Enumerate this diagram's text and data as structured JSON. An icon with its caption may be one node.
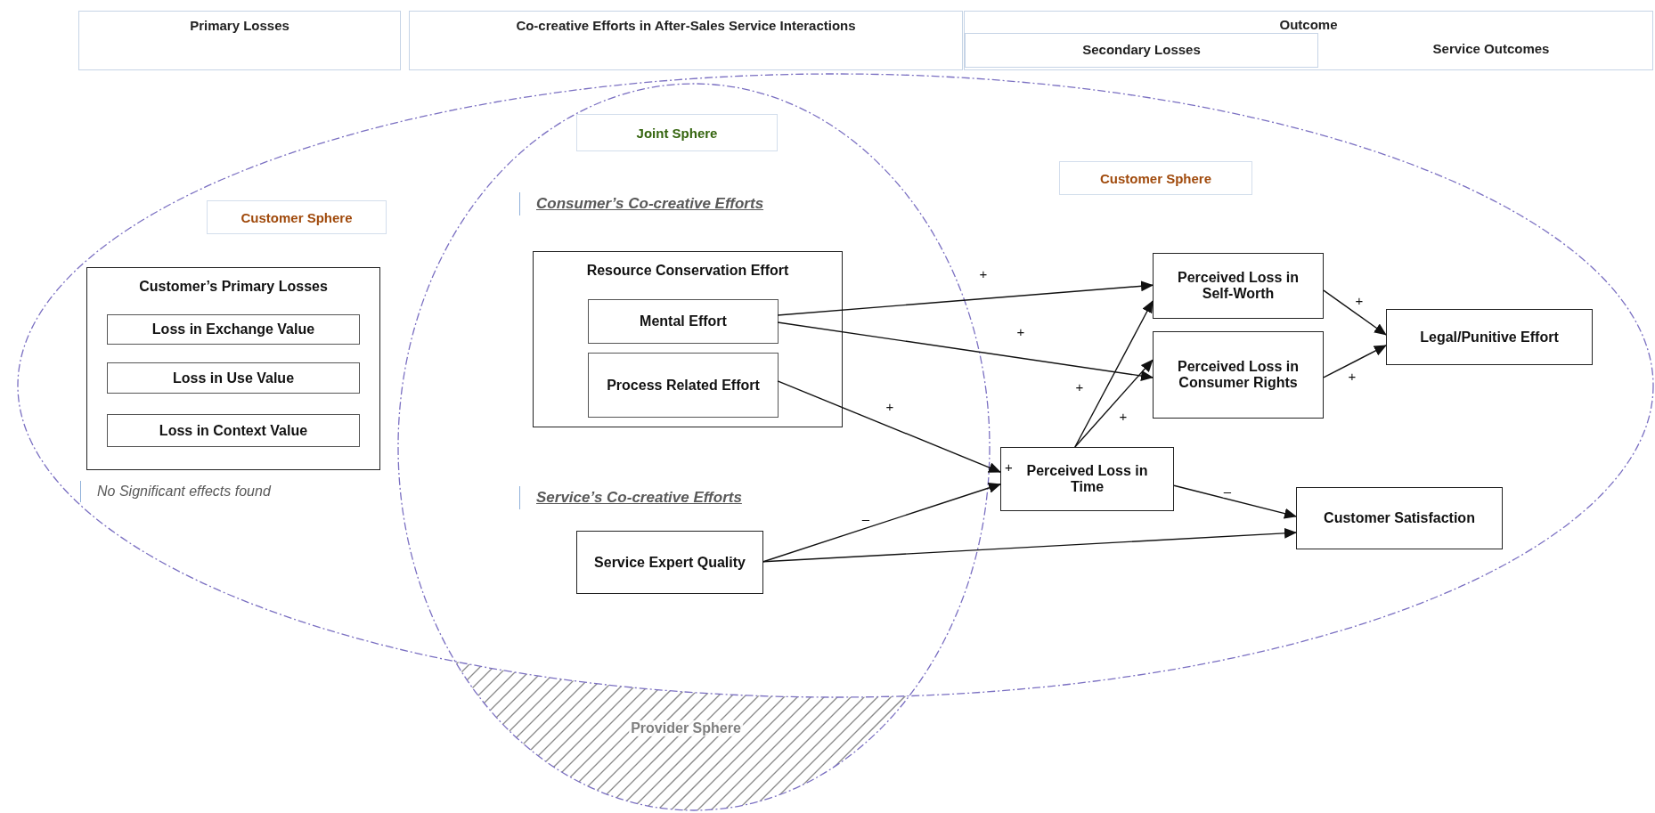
{
  "diagram": {
    "nodes": [
      {
        "text": [
          "Primary Losses"
        ]
      },
      {
        "text": [
          "Co-creative Efforts in After-Sales Service Interactions"
        ]
      },
      {
        "text": [
          "Outcome",
          "Service Outcomes"
        ]
      },
      {
        "text": [
          "Secondary Losses"
        ],
        "in": 2
      },
      {
        "text": [
          "Joint Sphere"
        ]
      },
      {
        "text": [
          "Customer Sphere"
        ]
      },
      {
        "text": [
          "Customer Sphere"
        ]
      },
      {
        "text": [
          "Customer’s Primary Losses"
        ]
      },
      {
        "text": [
          "Loss in Exchange Value"
        ],
        "in": 7
      },
      {
        "text": [
          "Loss in Use Value"
        ],
        "in": 7
      },
      {
        "text": [
          "Loss in Context Value"
        ],
        "in": 7
      },
      {
        "text": [
          "Resource Conservation Effort"
        ]
      },
      {
        "text": [
          "Mental Effort"
        ],
        "in": 11
      },
      {
        "text": [
          "Process Related Effort"
        ],
        "in": 11
      },
      {
        "text": [
          "Perceived Loss in Self-Worth"
        ]
      },
      {
        "text": [
          "Legal/Punitive Effort"
        ]
      },
      {
        "text": [
          "Perceived Loss in Consumer Rights"
        ]
      },
      {
        "text": [
          "Perceived Loss in Time"
        ]
      },
      {
        "text": [
          "Service Expert Quality"
        ]
      },
      {
        "text": [
          "Customer Satisfaction"
        ]
      }
    ],
    "edges": [
      {
        "from": 12,
        "to": 14,
        "arrow": "to",
        "label": "+"
      },
      {
        "from": 12,
        "to": 16,
        "arrow": "to",
        "label": "+"
      },
      {
        "from": 13,
        "to": 17,
        "arrow": "to",
        "label": "+"
      },
      {
        "from": 18,
        "to": 17,
        "arrow": "to",
        "label": "–"
      },
      {
        "from": 18,
        "to": 19,
        "arrow": "to"
      },
      {
        "from": 17,
        "to": 14,
        "arrow": "to",
        "label": "+"
      },
      {
        "from": 17,
        "to": 16,
        "arrow": "to",
        "label": "+"
      },
      {
        "from": 17,
        "to": 19,
        "arrow": "to",
        "label": "–"
      },
      {
        "from": 14,
        "to": 15,
        "arrow": "to",
        "label": "+"
      },
      {
        "from": 16,
        "to": 15,
        "arrow": "to",
        "label": "+"
      }
    ],
    "labels": [
      "Consumer’s Co-creative Efforts",
      "No Significant effects found",
      "Service’s Co-creative Efforts",
      "+",
      "Provider Sphere"
    ]
  }
}
